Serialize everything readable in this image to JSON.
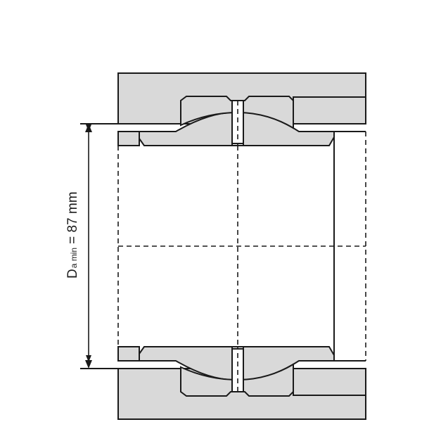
{
  "dimension": {
    "symbol": "D",
    "subscript": "a min",
    "value_text": "= 87 mm"
  },
  "colors": {
    "fill": "#d9d9d9",
    "stroke": "#1a1a1a"
  }
}
